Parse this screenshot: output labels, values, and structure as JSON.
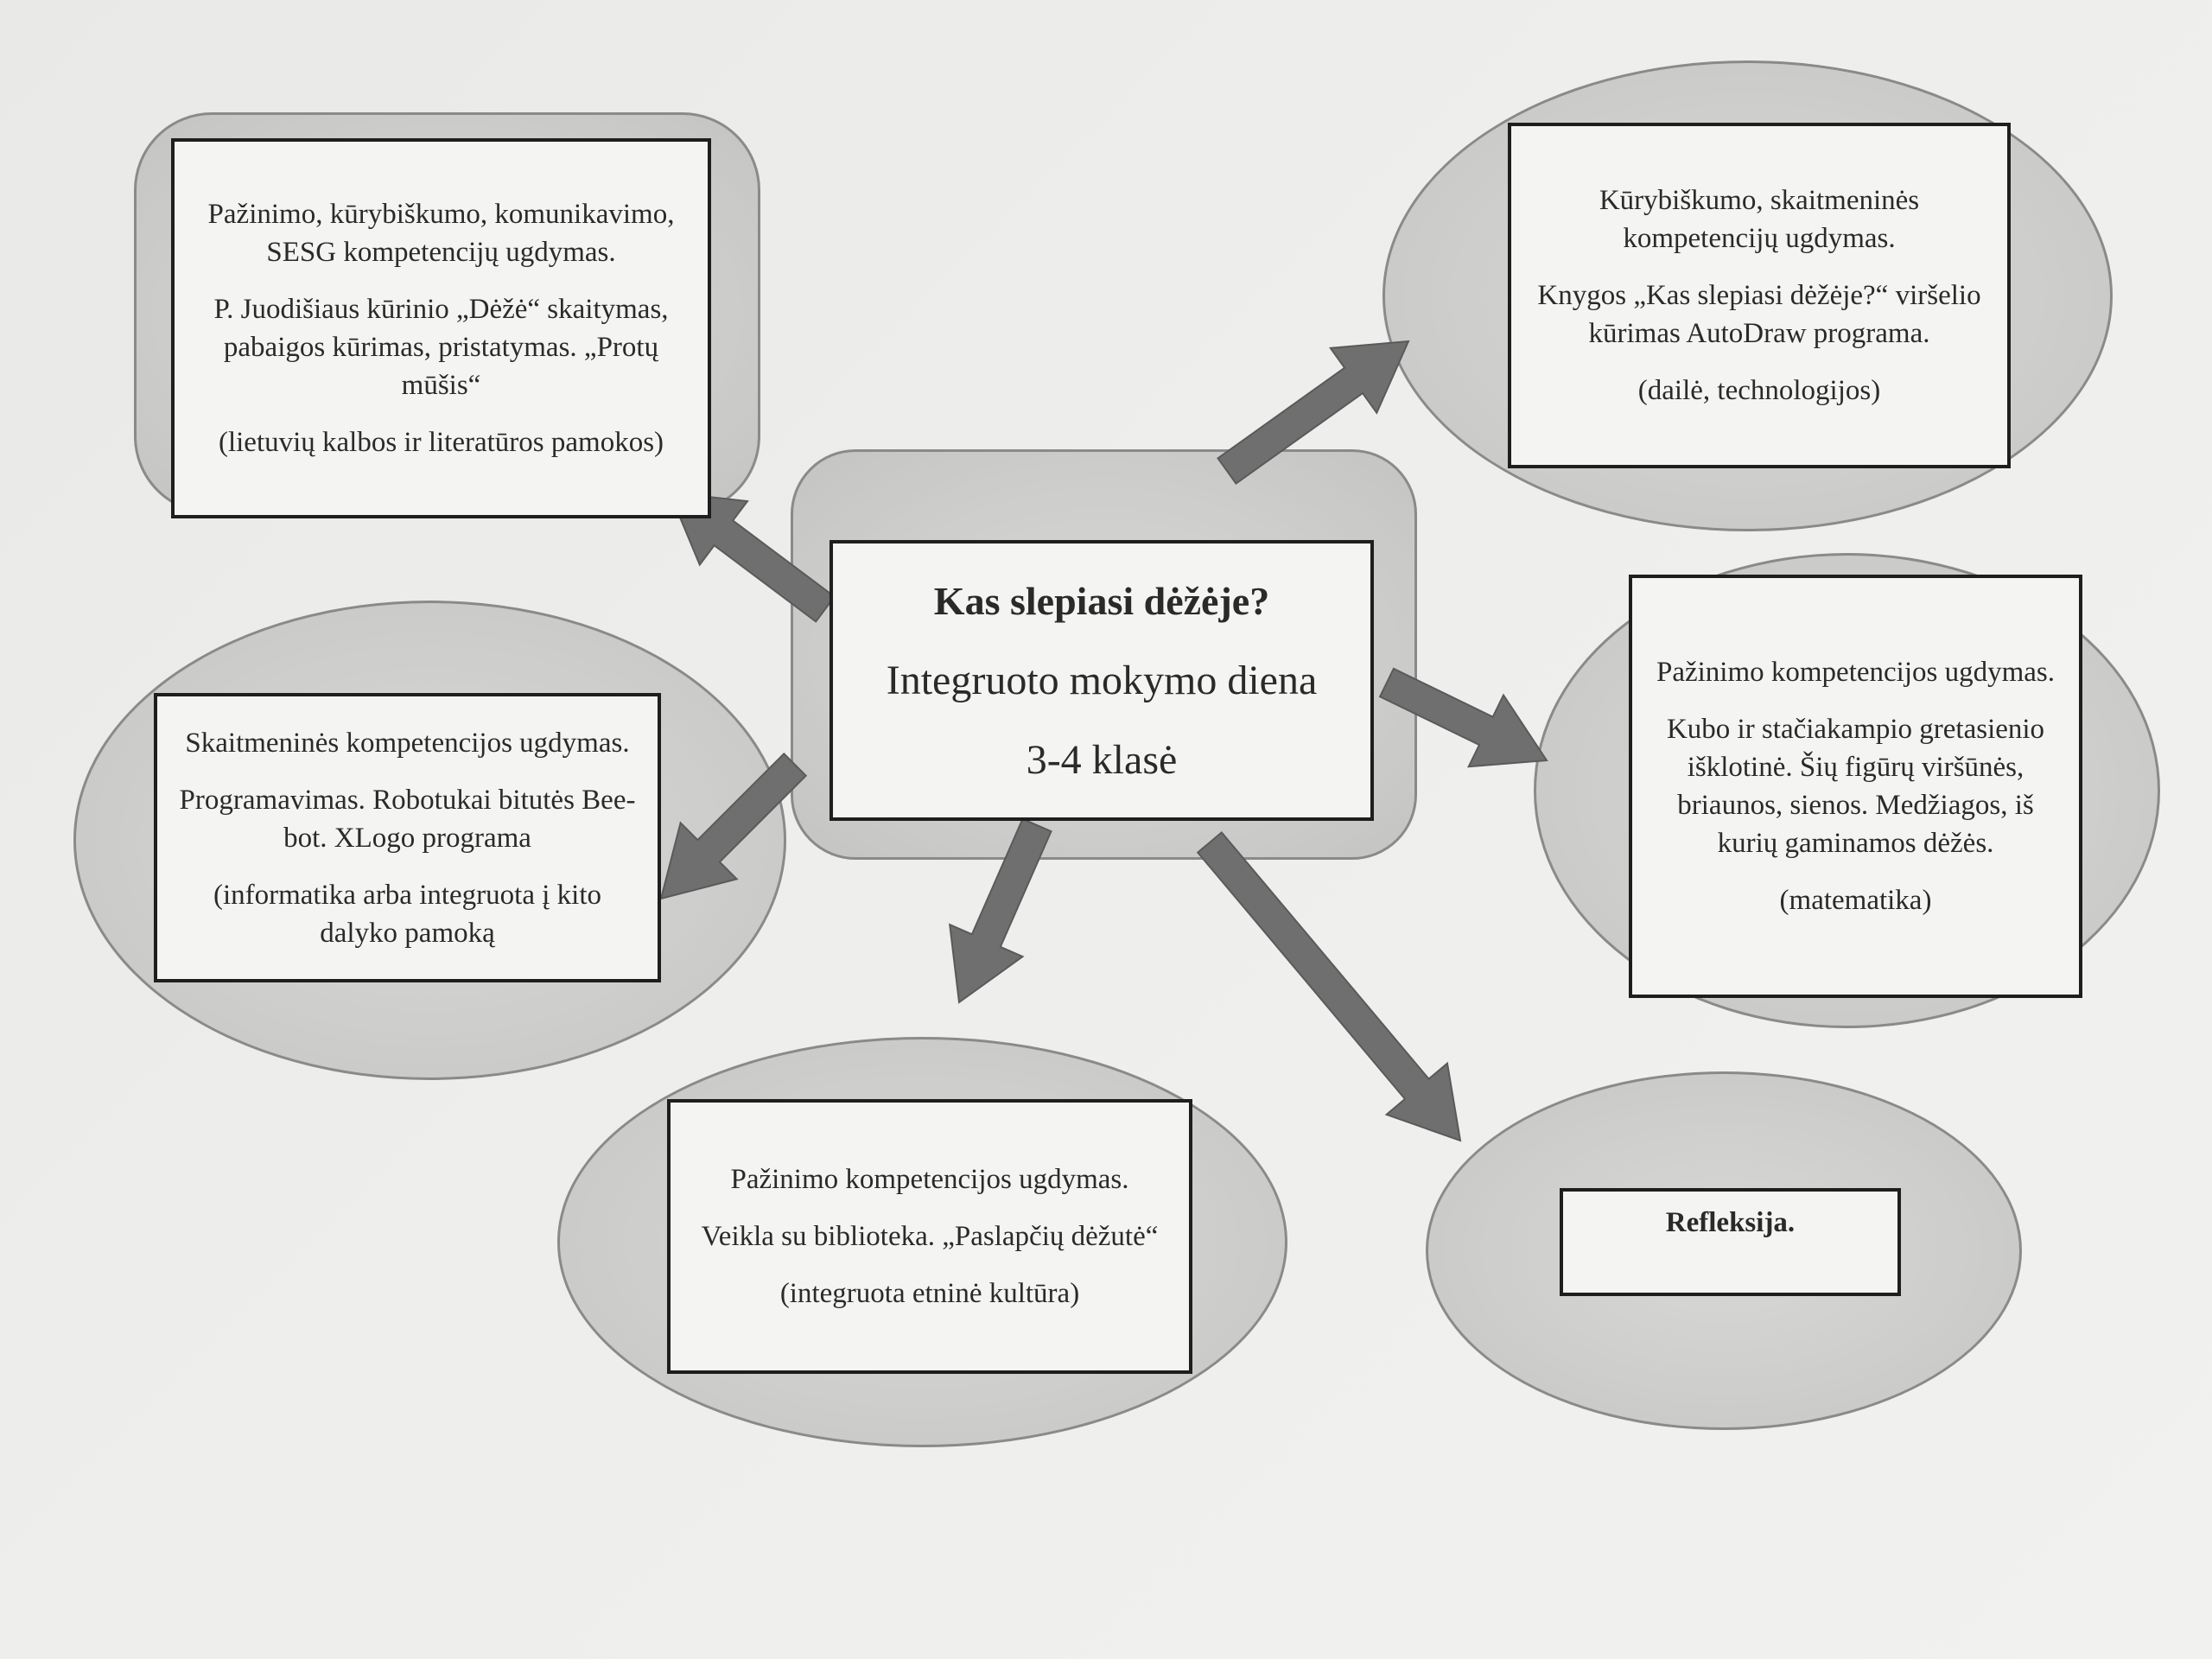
{
  "center": {
    "title": "Kas slepiasi dėžėje?",
    "subtitle": "Integruoto mokymo diena",
    "grade": "3-4 klasė"
  },
  "nodes": {
    "top_left": {
      "heading": "Pažinimo, kūrybiškumo, komunikavimo, SESG kompetencijų ugdymas.",
      "activity": "P. Juodišiaus kūrinio „Dėžė“ skaitymas, pabaigos kūrimas, pristatymas. „Protų mūšis“",
      "subject": "(lietuvių kalbos ir literatūros pamokos)"
    },
    "top_right": {
      "heading": "Kūrybiškumo, skaitmeninės kompetencijų ugdymas.",
      "activity": "Knygos „Kas slepiasi dėžėje?“ viršelio kūrimas AutoDraw programa.",
      "subject": "(dailė, technologijos)"
    },
    "mid_left": {
      "heading": "Skaitmeninės kompetencijos ugdymas.",
      "activity": "Programavimas. Robotukai bitutės Bee-bot. XLogo programa",
      "subject": "(informatika arba integruota į kito dalyko pamoką"
    },
    "mid_right": {
      "heading": "Pažinimo kompetencijos ugdymas.",
      "activity": "Kubo ir stačiakampio gretasienio išklotinė. Šių figūrų viršūnės, briaunos, sienos. Medžiagos, iš kurių gaminamos dėžės.",
      "subject": "(matematika)"
    },
    "bottom_center": {
      "heading": "Pažinimo kompetencijos ugdymas.",
      "activity": "Veikla su biblioteka. „Paslapčių dėžutė“",
      "subject": "(integruota etninė kultūra)"
    },
    "bottom_right": {
      "heading": "Refleksija."
    }
  },
  "colors": {
    "arrow": "#6f6f6f",
    "shape_fill": "#cdcdcb",
    "box_fill": "#f4f4f2",
    "paper": "#ececea"
  }
}
